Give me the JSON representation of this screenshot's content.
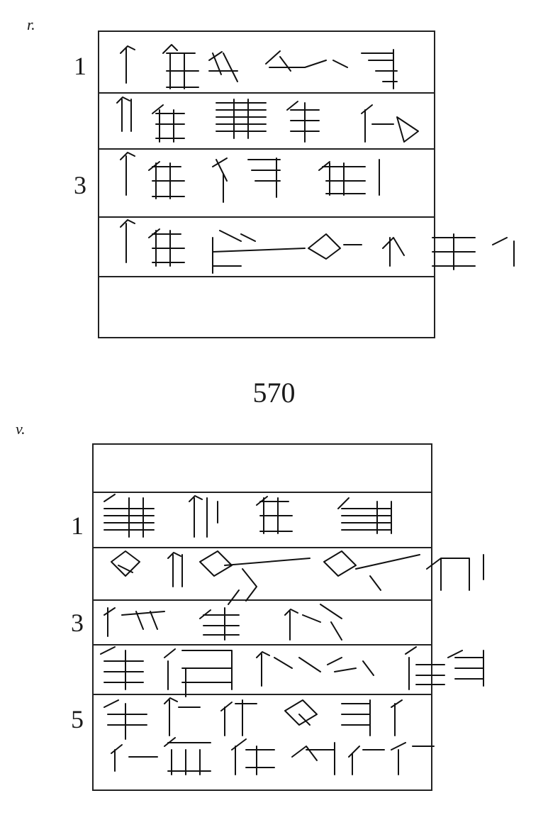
{
  "obverse": {
    "side_label": "r.",
    "line_numbers": [
      "1",
      "3"
    ]
  },
  "catalog_number": "570",
  "reverse": {
    "side_label": "v.",
    "line_numbers": [
      "1",
      "3",
      "5"
    ]
  }
}
